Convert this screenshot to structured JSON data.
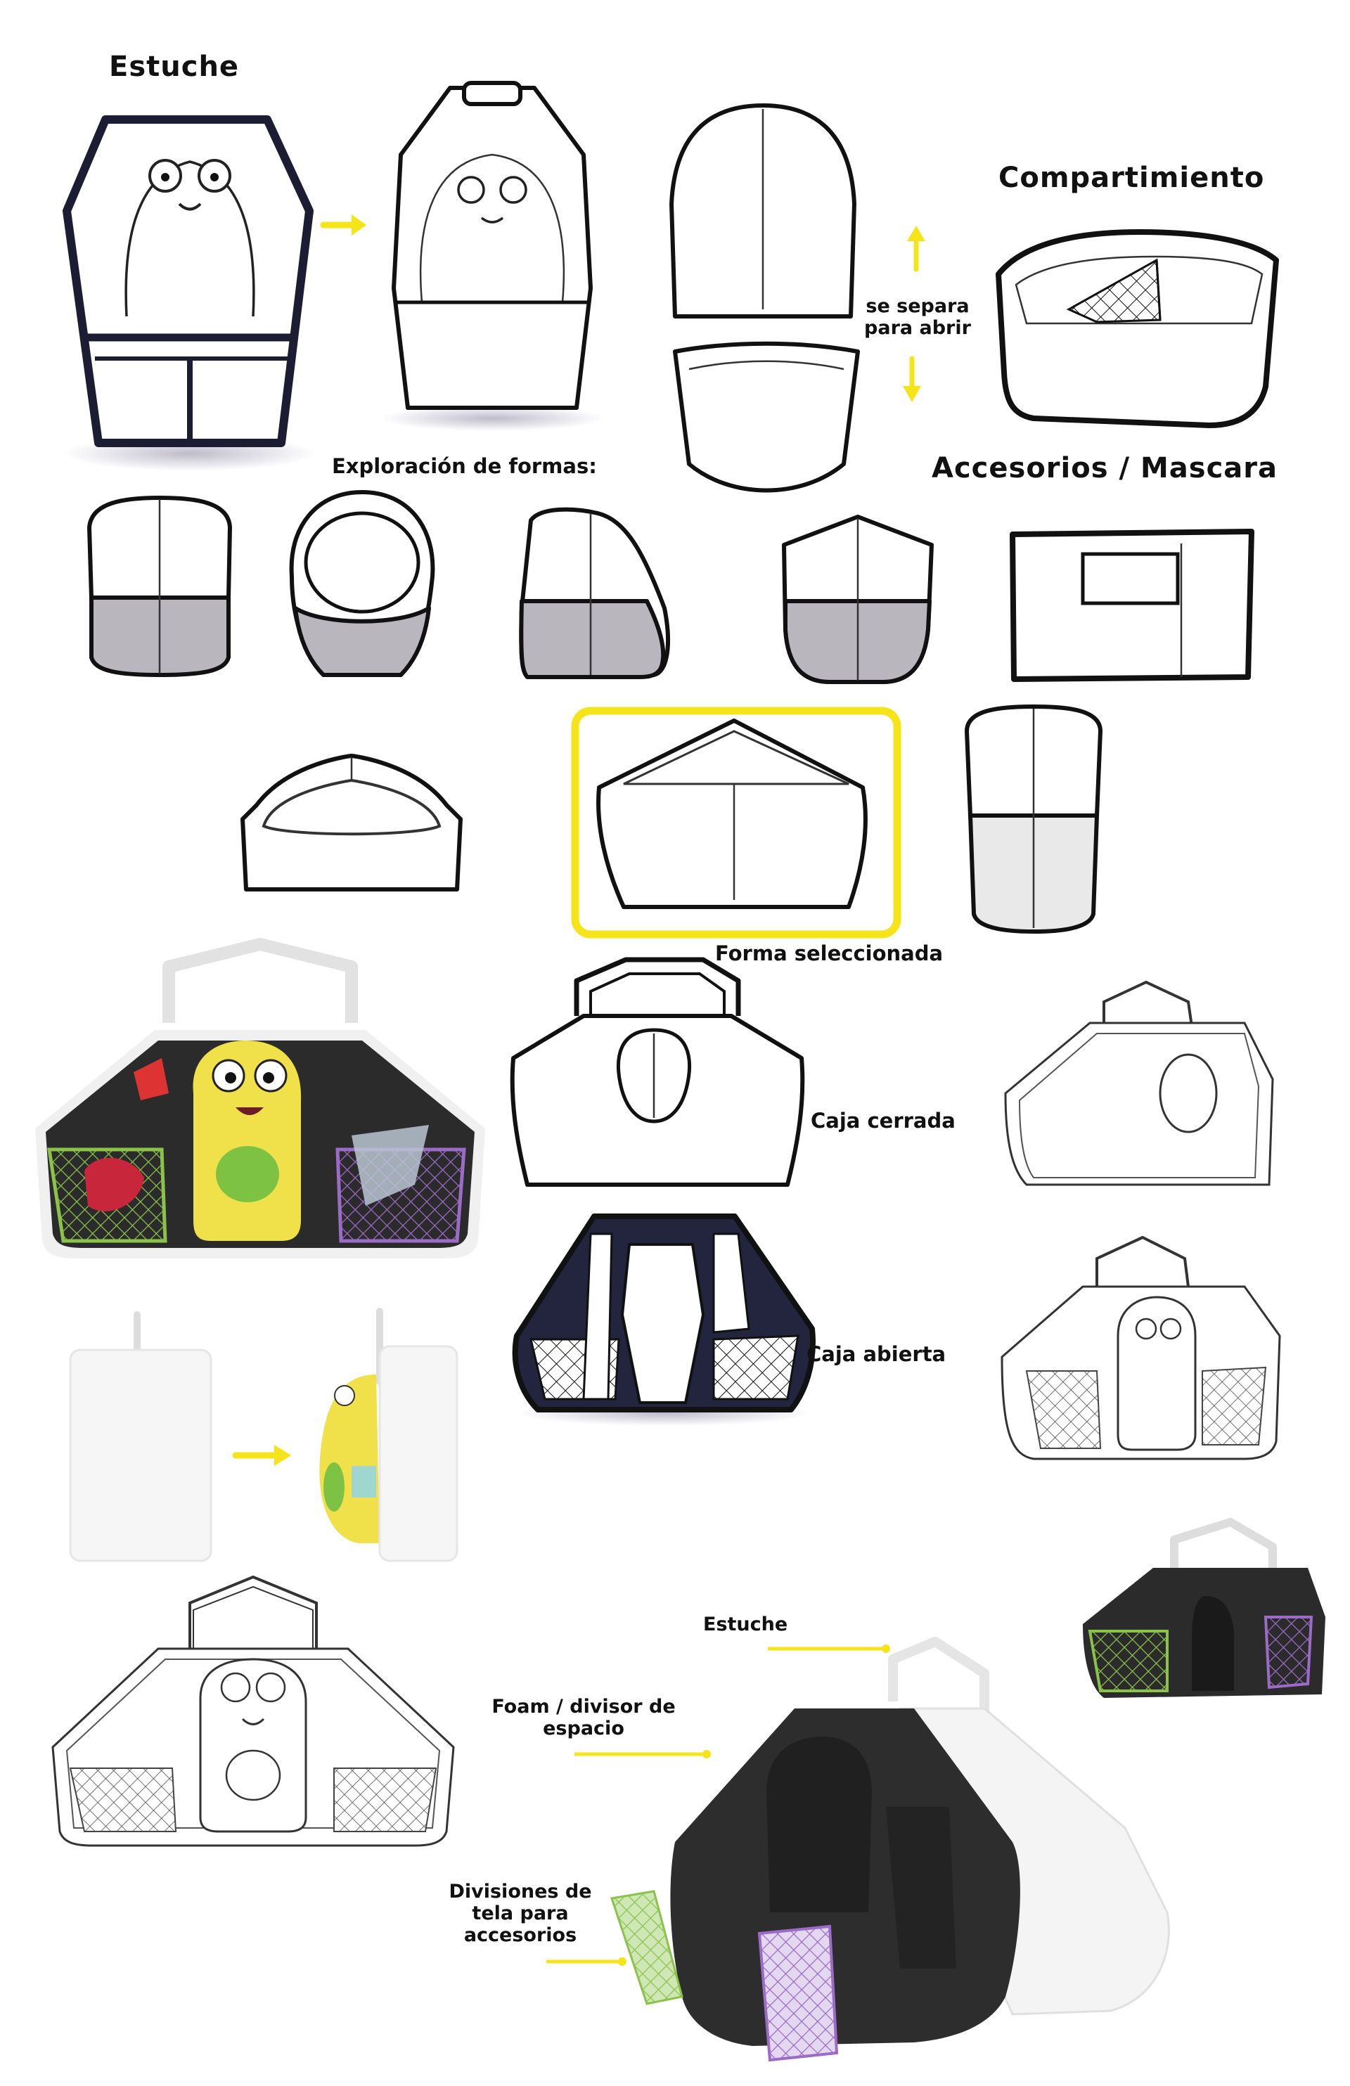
{
  "labels": {
    "estuche_title": "Estuche",
    "compartimiento": "Compartimiento",
    "separa_line1": "se separa",
    "separa_line2": "para abrir",
    "exploracion": "Exploración de formas:",
    "accesorios": "Accesorios / Mascara",
    "forma_seleccionada": "Forma seleccionada",
    "caja_cerrada": "Caja cerrada",
    "caja_abierta": "Caja abierta",
    "estuche_callout": "Estuche",
    "foam_line1": "Foam / divisor de",
    "foam_line2": "espacio",
    "divisiones_line1": "Divisiones de",
    "divisiones_line2": "tela para",
    "divisiones_line3": "accesorios"
  },
  "colors": {
    "highlight_yellow": "#f5e41a",
    "case_black": "#2b2b2b",
    "monster_yellow": "#f0e04a",
    "belly_green": "#7dc242",
    "mesh_green": "#8bc34a",
    "mesh_purple": "#9b6bc6",
    "sketch_grey": "#b9b6bd",
    "sketch_navy": "#23253f"
  },
  "icons": [
    "arrow-right-icon",
    "arrow-up-icon",
    "arrow-down-icon"
  ]
}
